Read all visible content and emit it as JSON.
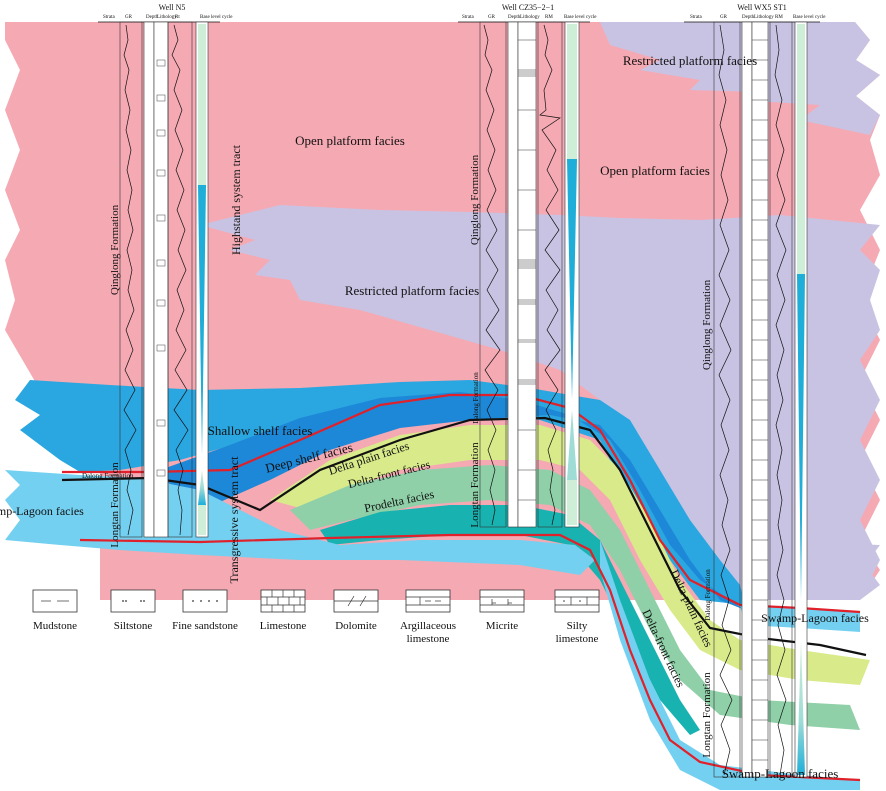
{
  "colors": {
    "open_platform": "#f5a9b3",
    "restricted_platform": "#c9c3e3",
    "shallow_shelf": "#2aa7e0",
    "deep_shelf": "#1e88d8",
    "delta_plain": "#d9ea8a",
    "delta_front": "#8fd0a8",
    "prodelta": "#18b3b0",
    "swamp_lagoon": "#74d0f0",
    "boundary_red": "#e0202a",
    "cycle_cyan": "#1eaed8",
    "cycle_pale": "#cfeed8"
  },
  "wells": {
    "n5": {
      "title": "Well N5",
      "headers": {
        "strata": "Strata",
        "gr": "GR",
        "depth": "Depth",
        "lithology": "Lithology",
        "rt": "Rt",
        "cycle": "Base level cycle"
      }
    },
    "cz": {
      "title": "Well CZ35−2−1",
      "headers": {
        "strata": "Strata",
        "gr": "GR",
        "depth": "Depth",
        "lithology": "Lithology",
        "rt": "RM",
        "cycle": "Base level cycle"
      }
    },
    "wx": {
      "title": "Well WX5 ST1",
      "headers": {
        "strata": "Strata",
        "gr": "GR",
        "depth": "Depth",
        "lithology": "Lithology",
        "rt": "RM",
        "cycle": "Base level cycle"
      }
    }
  },
  "formations": {
    "qinglong": "Qinglong Formation",
    "dalong": "Dalong Formation",
    "longtan": "Longtan Formation"
  },
  "tracts": {
    "highstand": "Highstand system tract",
    "transgressive": "Transgressive system tract"
  },
  "facies": {
    "open_platform": "Open platform facies",
    "restricted_platform": "Restricted platform facies",
    "shallow_shelf": "Shallow shelf facies",
    "deep_shelf": "Deep shelf facies",
    "delta_plain": "Delta plain facies",
    "delta_front": "Delta-front facies",
    "prodelta": "Prodelta facies",
    "swamp_lagoon": "Swamp-Lagoon facies"
  },
  "legend": [
    {
      "label": "Mudstone",
      "pattern": "mudstone"
    },
    {
      "label": "Siltstone",
      "pattern": "siltstone"
    },
    {
      "label": "Fine sandstone",
      "pattern": "fine-sandstone"
    },
    {
      "label": "Limestone",
      "pattern": "limestone"
    },
    {
      "label": "Dolomite",
      "pattern": "dolomite"
    },
    {
      "label": "Argillaceous limestone",
      "pattern": "argillaceous-limestone"
    },
    {
      "label": "Micrite",
      "pattern": "micrite"
    },
    {
      "label": "Silty limestone",
      "pattern": "silty-limestone"
    }
  ]
}
